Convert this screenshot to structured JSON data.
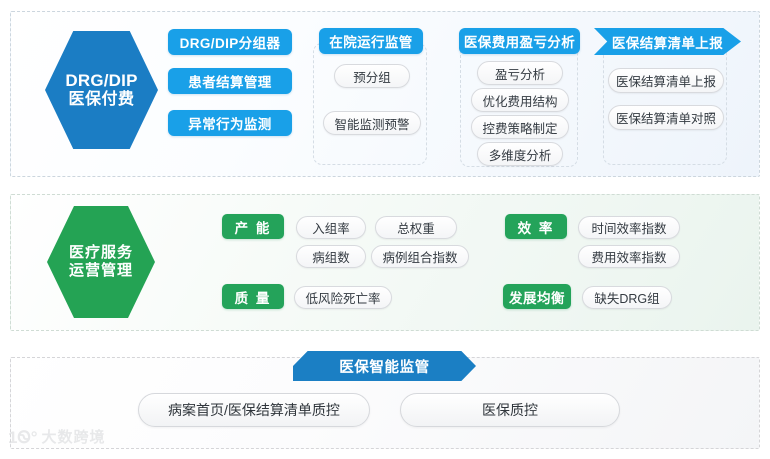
{
  "sections": {
    "payment": {
      "hex": {
        "line1": "DRG/DIP",
        "line2": "医保付费",
        "color": "#1B7DC4"
      },
      "columns": [
        {
          "header": "DRG/DIP分组器",
          "header_style": "pill",
          "stacked_headers": [
            "DRG/DIP分组器",
            "患者结算管理",
            "异常行为监测"
          ],
          "chips": []
        },
        {
          "header": "在院运行监管",
          "header_style": "pill",
          "chips": [
            "预分组",
            "智能监测预警"
          ]
        },
        {
          "header": "医保费用盈亏分析",
          "header_style": "pill",
          "chips": [
            "盈亏分析",
            "优化费用结构",
            "控费策略制定",
            "多维度分析"
          ]
        },
        {
          "header": "医保结算清单上报",
          "header_style": "arrow",
          "chips": [
            "医保结算清单上报",
            "医保结算清单对照"
          ]
        }
      ]
    },
    "operations": {
      "hex": {
        "line1": "医疗服务",
        "line2": "运营管理",
        "color": "#24A354"
      },
      "groups": [
        {
          "tag": "产 能",
          "chips": [
            "入组率",
            "总权重",
            "病组数",
            "病例组合指数"
          ]
        },
        {
          "tag": "质 量",
          "chips": [
            "低风险死亡率"
          ]
        },
        {
          "tag": "效 率",
          "chips": [
            "时间效率指数",
            "费用效率指数"
          ]
        },
        {
          "tag": "发展均衡",
          "chips": [
            "缺失DRG组"
          ]
        }
      ]
    },
    "supervision": {
      "banner": "医保智能监管",
      "banner_color": "#1B7FC4",
      "chips": [
        "病案首页/医保结算清单质控",
        "医保质控"
      ]
    }
  },
  "watermark": {
    "mark": "1Ꮻ°",
    "text": "大数跨境"
  }
}
